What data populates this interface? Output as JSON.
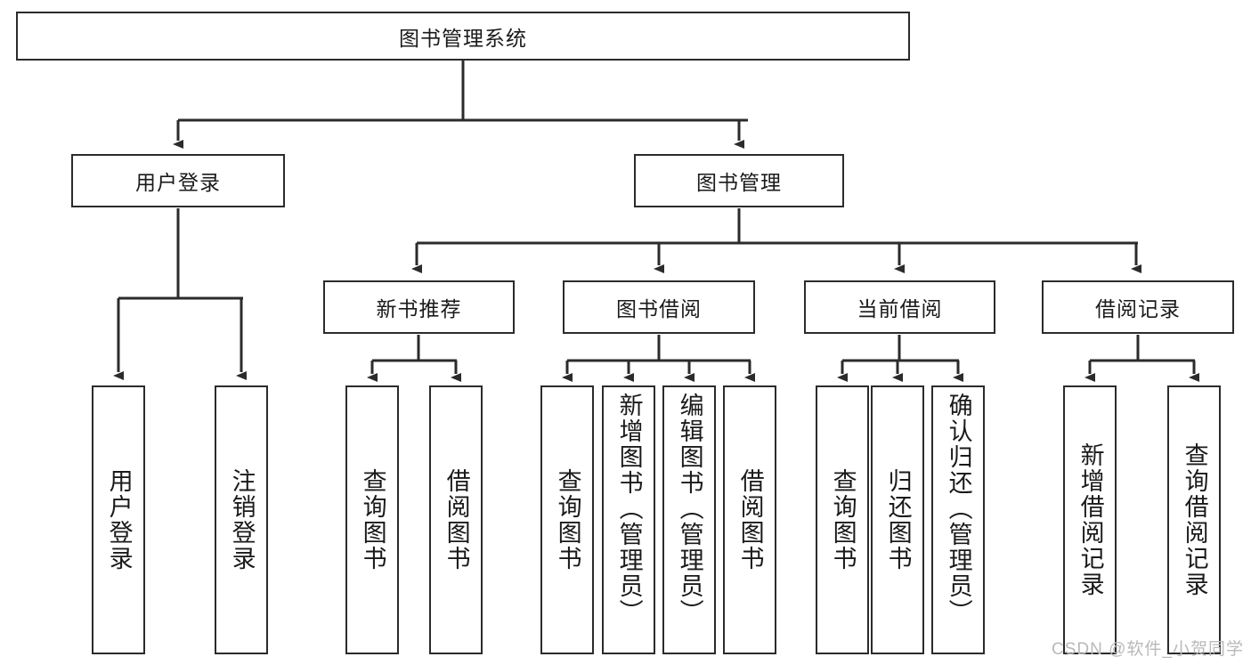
{
  "diagram": {
    "title": "图书管理系统",
    "watermark": "CSDN @软件_小贺同学",
    "line_color": "#2b2b2b",
    "box_fill": "#ffffff",
    "text_color": "#1a1a1a",
    "watermark_color": "#b9b9b9",
    "root": {
      "label": "图书管理系统"
    },
    "level2": [
      {
        "label": "用户登录"
      },
      {
        "label": "图书管理"
      }
    ],
    "level3": [
      {
        "label": "新书推荐"
      },
      {
        "label": "图书借阅"
      },
      {
        "label": "当前借阅"
      },
      {
        "label": "借阅记录"
      }
    ],
    "leaves": {
      "user_login": [
        {
          "label": "用户登录"
        },
        {
          "label": "注销登录"
        }
      ],
      "new_book": [
        {
          "label": "查询图书"
        },
        {
          "label": "借阅图书"
        }
      ],
      "book_borrow": [
        {
          "label": "查询图书"
        },
        {
          "label": "新增图书（管理员）"
        },
        {
          "label": "编辑图书（管理员）"
        },
        {
          "label": "借阅图书"
        }
      ],
      "current_borrow": [
        {
          "label": "查询图书"
        },
        {
          "label": "归还图书"
        },
        {
          "label": "确认归还（管理员）"
        }
      ],
      "borrow_record": [
        {
          "label": "新增借阅记录"
        },
        {
          "label": "查询借阅记录"
        }
      ]
    }
  }
}
